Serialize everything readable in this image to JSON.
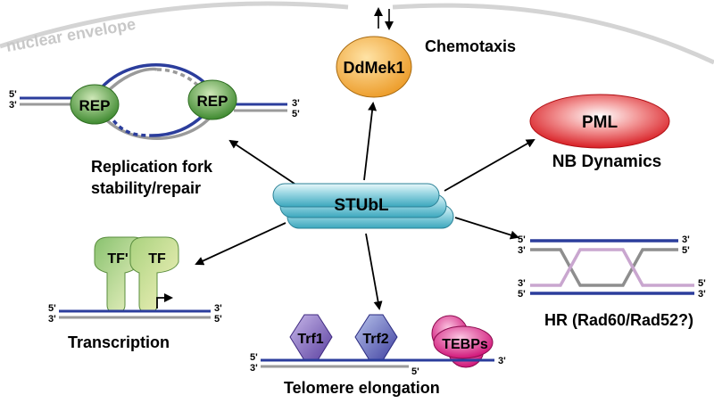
{
  "labels": {
    "nuclear_envelope": "nuclear envelope",
    "chemotaxis": "Chemotaxis",
    "ddmek1": "DdMek1",
    "pml": "PML",
    "nb_dynamics": "NB Dynamics",
    "stubl": "STUbL",
    "rep_left": "REP",
    "rep_right": "REP",
    "replication_line1": "Replication fork",
    "replication_line2": "stability/repair",
    "tf_prime": "TF'",
    "tf": "TF",
    "transcription": "Transcription",
    "trf1": "Trf1",
    "trf2": "Trf2",
    "tebps": "TEBPs",
    "telomere_elongation": "Telomere elongation",
    "hr": "HR (Rad60/Rad52?)"
  },
  "strand_ends": {
    "five_prime": "5'",
    "three_prime": "3'"
  },
  "colors": {
    "strand_blue": "#2b3d9c",
    "strand_gray": "#9a9a9a",
    "envelope": "#d4d4d4",
    "stubl_cyan": "#4fb8cc",
    "ddmek1_orange": "#f3a534",
    "pml_red": "#e0262b",
    "rep_green": "#4e9b3c",
    "tf_green": "#b6d889",
    "trf_purple": "#7a62b8",
    "tebps_magenta": "#d8187f",
    "hr_pink": "#c9a6cf"
  }
}
